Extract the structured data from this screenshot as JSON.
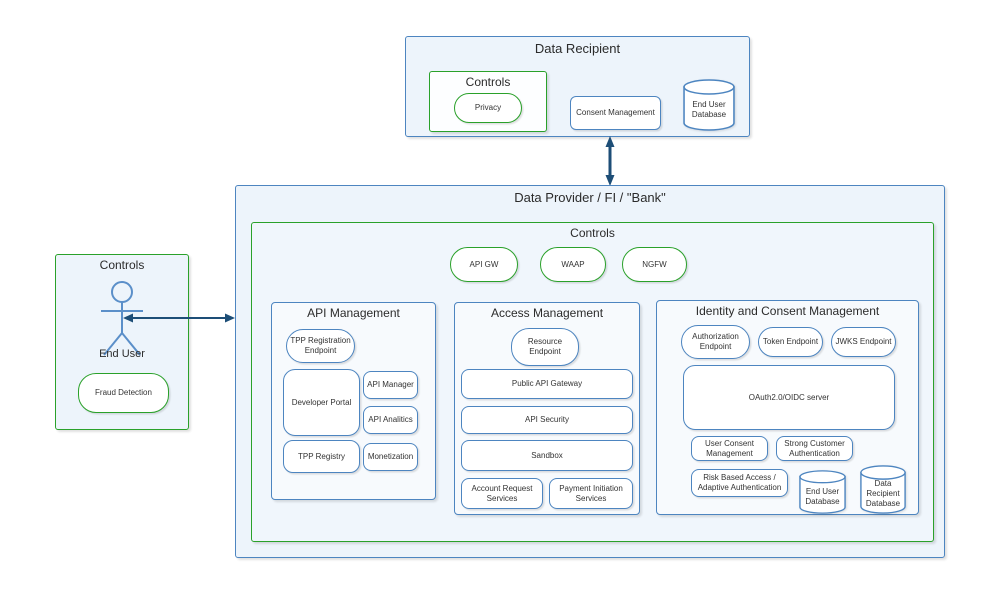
{
  "colors": {
    "blue_border": "#4d85c0",
    "blue_fill": "#edf4fb",
    "panel_fill": "#f7fafd",
    "green_border": "#2aa12a",
    "arrow": "#1d4e77",
    "text": "#2b2b2b"
  },
  "left_controls": {
    "title": "Controls",
    "end_user_label": "End User",
    "fraud_detection": "Fraud Detection"
  },
  "data_recipient": {
    "title": "Data Recipient",
    "controls_title": "Controls",
    "privacy": "Privacy",
    "consent_management": "Consent Management",
    "end_user_database": "End User Database"
  },
  "data_provider": {
    "title": "Data Provider / FI / \"Bank\"",
    "controls_title": "Controls",
    "pills": {
      "api_gw": "API GW",
      "waap": "WAAP",
      "ngfw": "NGFW"
    },
    "api_management": {
      "title": "API Management",
      "tpp_registration_endpoint": "TPP Registration Endpoint",
      "developer_portal": "Developer Portal",
      "api_manager": "API Manager",
      "api_analitics": "API Analitics",
      "tpp_registry": "TPP Registry",
      "monetization": "Monetization"
    },
    "access_management": {
      "title": "Access Management",
      "resource_endpoint": "Resource Endpoint",
      "public_api_gateway": "Public API Gateway",
      "api_security": "API Security",
      "sandbox": "Sandbox",
      "account_request_services": "Account Request Services",
      "payment_initiation_services": "Payment Initiation Services"
    },
    "identity_consent_management": {
      "title": "Identity and Consent Management",
      "authorization_endpoint": "Authorization Endpoint",
      "token_endpoint": "Token Endpoint",
      "jwks_endpoint": "JWKS Endpoint",
      "oauth_oidc_server": "OAuth2.0/OIDC server",
      "user_consent_management": "User Consent Management",
      "strong_customer_authentication": "Strong Customer Authentication",
      "risk_based_access": "Risk Based Access / Adaptive Authentication",
      "end_user_database": "End User Database",
      "data_recipient_database": "Data Recipient Database"
    }
  }
}
